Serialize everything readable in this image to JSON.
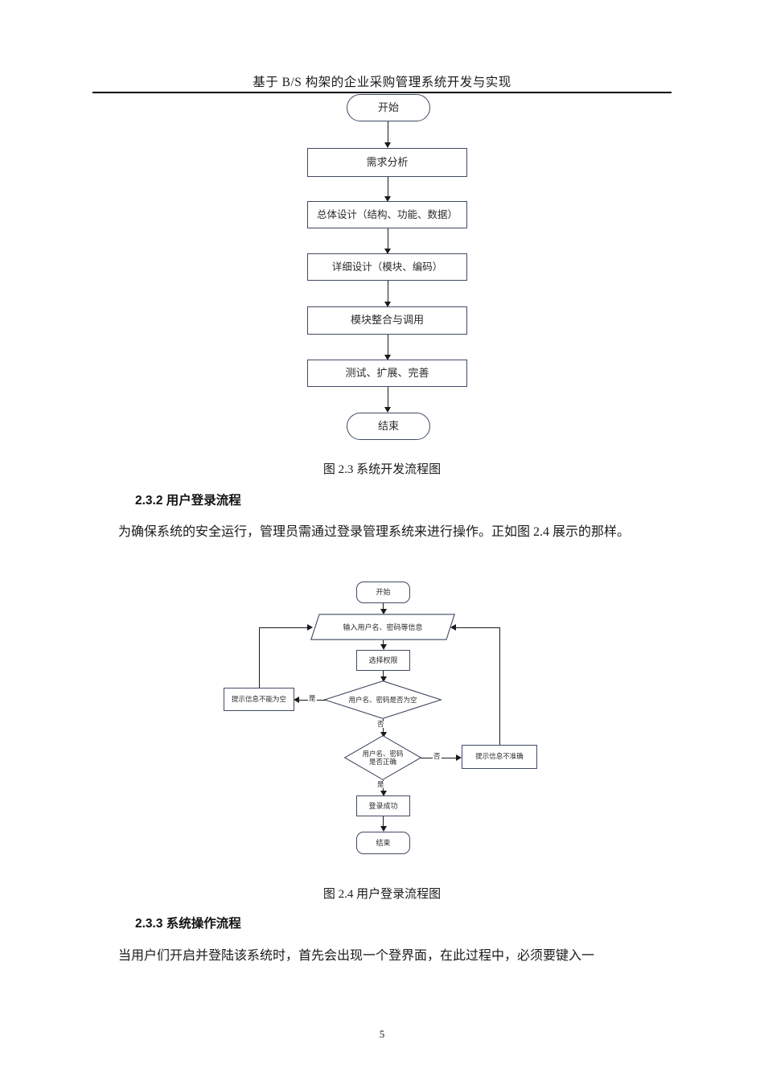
{
  "document": {
    "header_title": "基于 B/S 构架的企业采购管理系统开发与实现",
    "page_number": "5"
  },
  "figure_2_3": {
    "caption": "图 2.3 系统开发流程图",
    "nodes": [
      {
        "id": "start",
        "label": "开始",
        "shape": "terminator"
      },
      {
        "id": "requirements",
        "label": "需求分析",
        "shape": "process"
      },
      {
        "id": "overall-design",
        "label": "总体设计（结构、功能、数据）",
        "shape": "process"
      },
      {
        "id": "detail-design",
        "label": "详细设计（模块、编码）",
        "shape": "process"
      },
      {
        "id": "module-integration",
        "label": "模块整合与调用",
        "shape": "process"
      },
      {
        "id": "test-extend",
        "label": "测试、扩展、完善",
        "shape": "process"
      },
      {
        "id": "end",
        "label": "结束",
        "shape": "terminator"
      }
    ]
  },
  "section_2_3_2": {
    "heading": "2.3.2 用户登录流程",
    "paragraph": "为确保系统的安全运行，管理员需通过登录管理系统来进行操作。正如图 2.4 展示的那样。"
  },
  "figure_2_4": {
    "caption": "图 2.4 用户登录流程图",
    "nodes": [
      {
        "id": "start",
        "label": "开始",
        "shape": "terminator"
      },
      {
        "id": "input-info",
        "label": "输入用户名、密码等信息",
        "shape": "io"
      },
      {
        "id": "select-permission",
        "label": "选择权限",
        "shape": "process"
      },
      {
        "id": "check-empty",
        "label": "用户名、密码是否为空",
        "shape": "decision"
      },
      {
        "id": "warn-empty",
        "label": "提示信息不能为空",
        "shape": "process"
      },
      {
        "id": "check-correct-line1",
        "label": "用户名、密码",
        "shape": "decision"
      },
      {
        "id": "check-correct-line2",
        "label": "是否正确",
        "shape": "decision"
      },
      {
        "id": "warn-incorrect",
        "label": "提示信息不准确",
        "shape": "process"
      },
      {
        "id": "login-success",
        "label": "登录成功",
        "shape": "process"
      },
      {
        "id": "end",
        "label": "结束",
        "shape": "terminator"
      }
    ],
    "edge_labels": {
      "empty_yes": "是",
      "empty_no": "否",
      "correct_no": "否",
      "correct_yes": "是"
    }
  },
  "section_2_3_3": {
    "heading": "2.3.3 系统操作流程",
    "paragraph": "当用户们开启并登陆该系统时，首先会出现一个登界面，在此过程中，必须要键入一"
  },
  "colors": {
    "shape_border": "#3f4a63",
    "line": "#1a1a1a",
    "text": "#1a1a1a"
  }
}
